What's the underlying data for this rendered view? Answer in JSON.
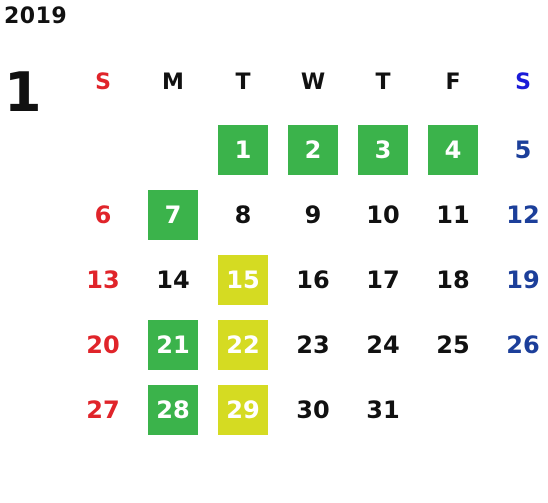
{
  "year": "2019",
  "month": "1",
  "weekdays": [
    {
      "label": "S",
      "kind": "sun"
    },
    {
      "label": "M",
      "kind": ""
    },
    {
      "label": "T",
      "kind": ""
    },
    {
      "label": "W",
      "kind": ""
    },
    {
      "label": "T",
      "kind": ""
    },
    {
      "label": "F",
      "kind": ""
    },
    {
      "label": "S",
      "kind": "sat"
    }
  ],
  "colors": {
    "sunday": "#e0242a",
    "saturday_header": "#1b1bd8",
    "saturday": "#1c3f9a",
    "green_highlight": "#3bb34b",
    "yellow_highlight": "#d5db22"
  },
  "weeks": [
    [
      {
        "day": "",
        "style": ""
      },
      {
        "day": "",
        "style": ""
      },
      {
        "day": "1",
        "style": "green"
      },
      {
        "day": "2",
        "style": "green"
      },
      {
        "day": "3",
        "style": "green"
      },
      {
        "day": "4",
        "style": "green"
      },
      {
        "day": "5",
        "style": "sat"
      }
    ],
    [
      {
        "day": "6",
        "style": "sun"
      },
      {
        "day": "7",
        "style": "green"
      },
      {
        "day": "8",
        "style": ""
      },
      {
        "day": "9",
        "style": ""
      },
      {
        "day": "10",
        "style": ""
      },
      {
        "day": "11",
        "style": ""
      },
      {
        "day": "12",
        "style": "sat"
      }
    ],
    [
      {
        "day": "13",
        "style": "sun"
      },
      {
        "day": "14",
        "style": ""
      },
      {
        "day": "15",
        "style": "yellow"
      },
      {
        "day": "16",
        "style": ""
      },
      {
        "day": "17",
        "style": ""
      },
      {
        "day": "18",
        "style": ""
      },
      {
        "day": "19",
        "style": "sat"
      }
    ],
    [
      {
        "day": "20",
        "style": "sun"
      },
      {
        "day": "21",
        "style": "green"
      },
      {
        "day": "22",
        "style": "yellow"
      },
      {
        "day": "23",
        "style": ""
      },
      {
        "day": "24",
        "style": ""
      },
      {
        "day": "25",
        "style": ""
      },
      {
        "day": "26",
        "style": "sat"
      }
    ],
    [
      {
        "day": "27",
        "style": "sun"
      },
      {
        "day": "28",
        "style": "green"
      },
      {
        "day": "29",
        "style": "yellow"
      },
      {
        "day": "30",
        "style": ""
      },
      {
        "day": "31",
        "style": ""
      },
      {
        "day": "",
        "style": ""
      },
      {
        "day": "",
        "style": ""
      }
    ]
  ]
}
